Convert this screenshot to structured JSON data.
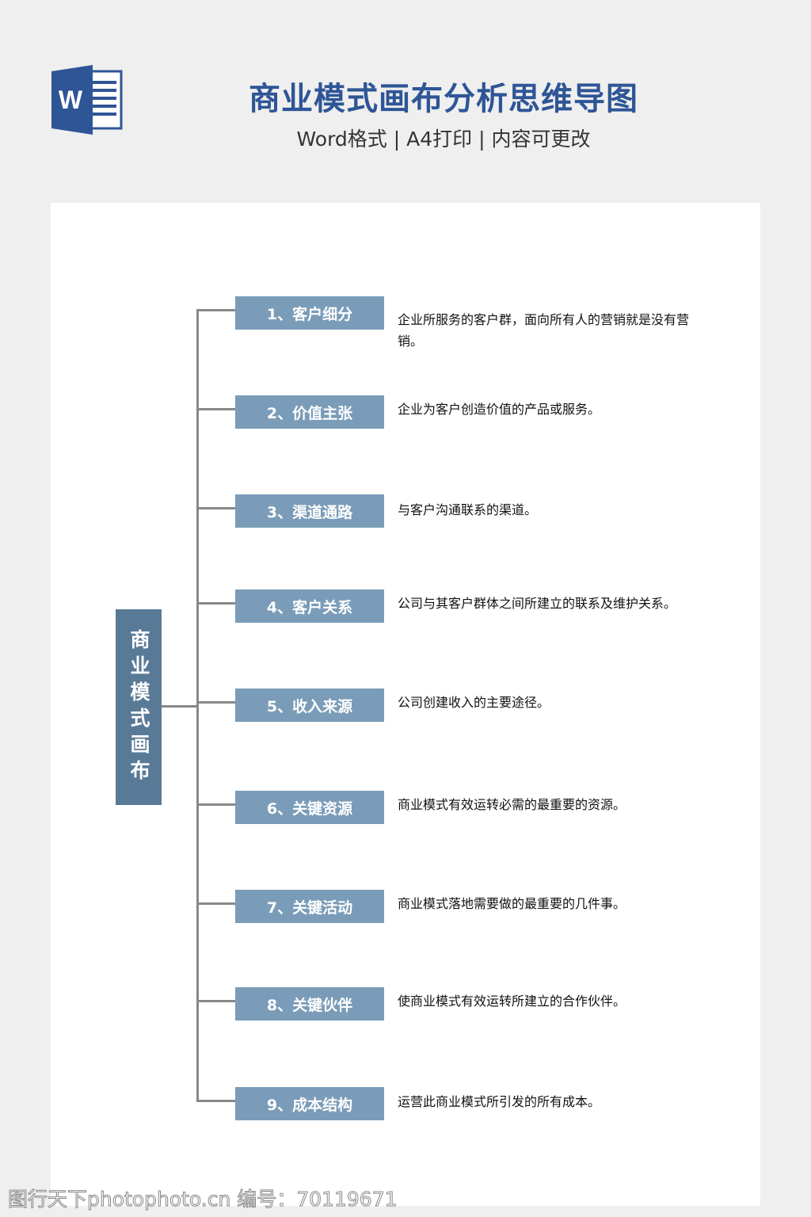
{
  "header": {
    "title": "商业模式画布分析思维导图",
    "subtitle": "Word格式 | A4打印 | 内容可更改",
    "icon": "word-document-icon",
    "icon_letter": "W"
  },
  "diagram": {
    "root": "商业模式画布",
    "items": [
      {
        "label": "1、客户细分",
        "desc": "企业所服务的客户群，面向所有人的营销就是没有营销。"
      },
      {
        "label": "2、价值主张",
        "desc": "企业为客户创造价值的产品或服务。"
      },
      {
        "label": "3、渠道通路",
        "desc": "与客户沟通联系的渠道。"
      },
      {
        "label": "4、客户关系",
        "desc": "公司与其客户群体之间所建立的联系及维护关系。"
      },
      {
        "label": "5、收入来源",
        "desc": "公司创建收入的主要途径。"
      },
      {
        "label": "6、关键资源",
        "desc": "商业模式有效运转必需的最重要的资源。"
      },
      {
        "label": "7、关键活动",
        "desc": "商业模式落地需要做的最重要的几件事。"
      },
      {
        "label": "8、关键伙伴",
        "desc": "使商业模式有效运转所建立的合作伙伴。"
      },
      {
        "label": "9、成本结构",
        "desc": "运营此商业模式所引发的所有成本。"
      }
    ]
  },
  "watermark": "图行天下photophoto.cn 编号：70119671",
  "colors": {
    "title": "#2e5596",
    "root": "#587a96",
    "box": "#7a9cb8"
  }
}
